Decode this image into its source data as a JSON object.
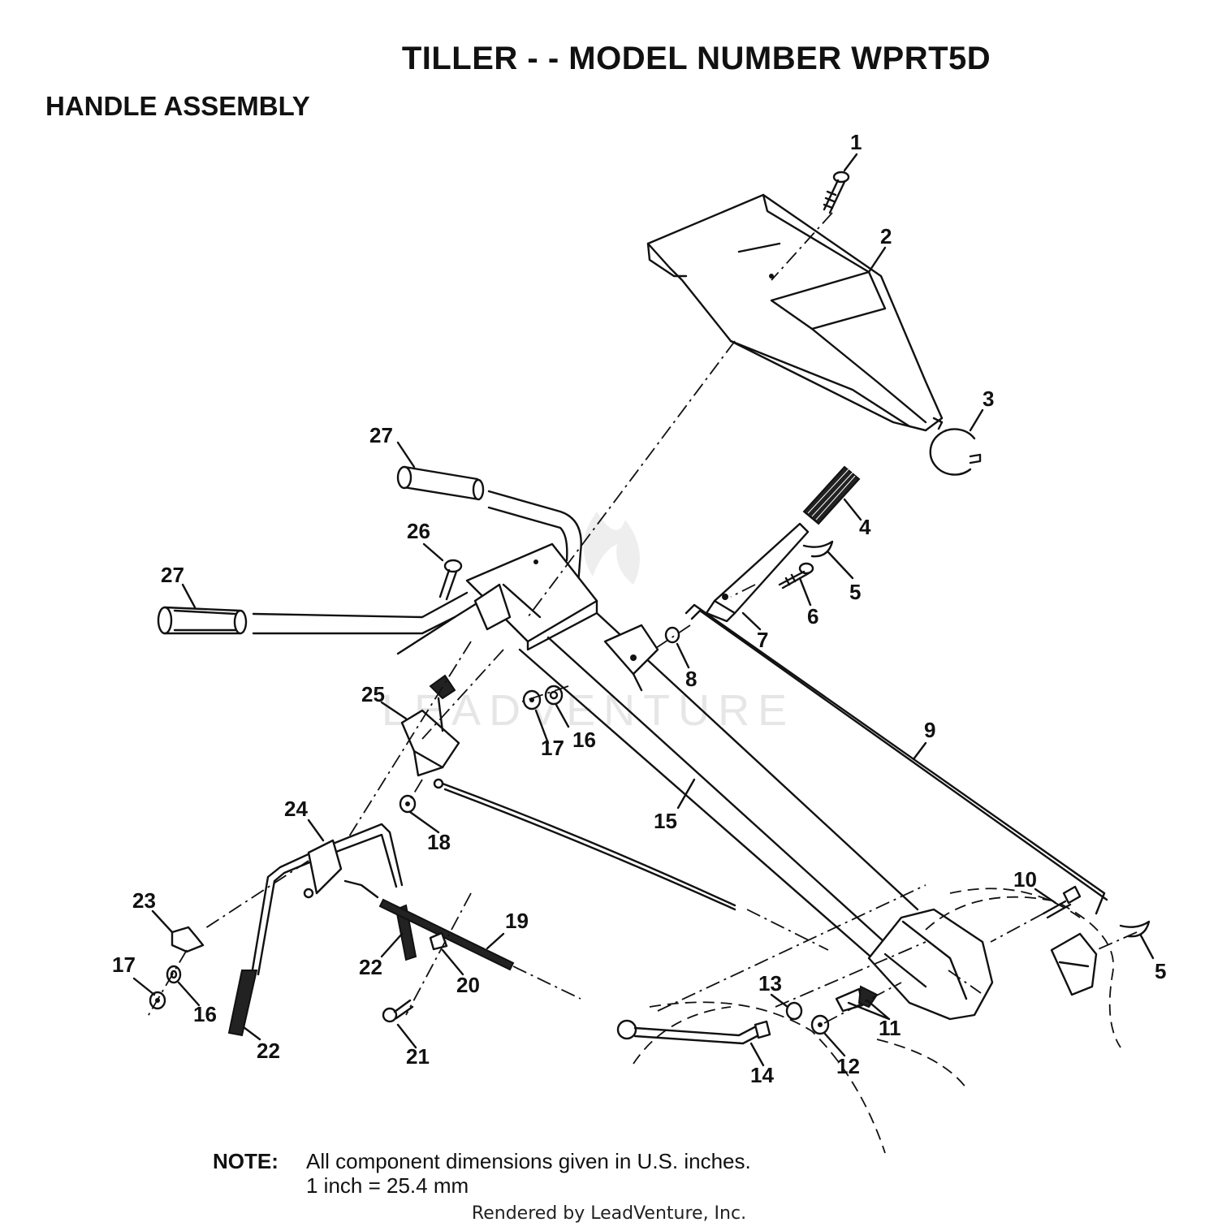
{
  "title": "TILLER - - MODEL NUMBER WPRT5D",
  "section_title": "HANDLE ASSEMBLY",
  "note": {
    "label": "NOTE:",
    "line1": "All component dimensions given in U.S. inches.",
    "line2": "1 inch = 25.4 mm"
  },
  "credit": "Rendered by LeadVenture, Inc.",
  "watermark": "LEADVENTURE",
  "callouts": [
    {
      "id": "c1",
      "text": "1"
    },
    {
      "id": "c2",
      "text": "2"
    },
    {
      "id": "c3",
      "text": "3"
    },
    {
      "id": "c4",
      "text": "4"
    },
    {
      "id": "c5a",
      "text": "5"
    },
    {
      "id": "c5b",
      "text": "5"
    },
    {
      "id": "c6",
      "text": "6"
    },
    {
      "id": "c7",
      "text": "7"
    },
    {
      "id": "c8",
      "text": "8"
    },
    {
      "id": "c9",
      "text": "9"
    },
    {
      "id": "c10",
      "text": "10"
    },
    {
      "id": "c11",
      "text": "11"
    },
    {
      "id": "c12",
      "text": "12"
    },
    {
      "id": "c13",
      "text": "13"
    },
    {
      "id": "c14",
      "text": "14"
    },
    {
      "id": "c15",
      "text": "15"
    },
    {
      "id": "c16a",
      "text": "16"
    },
    {
      "id": "c16b",
      "text": "16"
    },
    {
      "id": "c17a",
      "text": "17"
    },
    {
      "id": "c17b",
      "text": "17"
    },
    {
      "id": "c18",
      "text": "18"
    },
    {
      "id": "c19",
      "text": "19"
    },
    {
      "id": "c20",
      "text": "20"
    },
    {
      "id": "c21",
      "text": "21"
    },
    {
      "id": "c22a",
      "text": "22"
    },
    {
      "id": "c22b",
      "text": "22"
    },
    {
      "id": "c23",
      "text": "23"
    },
    {
      "id": "c24",
      "text": "24"
    },
    {
      "id": "c25",
      "text": "25"
    },
    {
      "id": "c26",
      "text": "26"
    },
    {
      "id": "c27a",
      "text": "27"
    },
    {
      "id": "c27b",
      "text": "27"
    }
  ]
}
